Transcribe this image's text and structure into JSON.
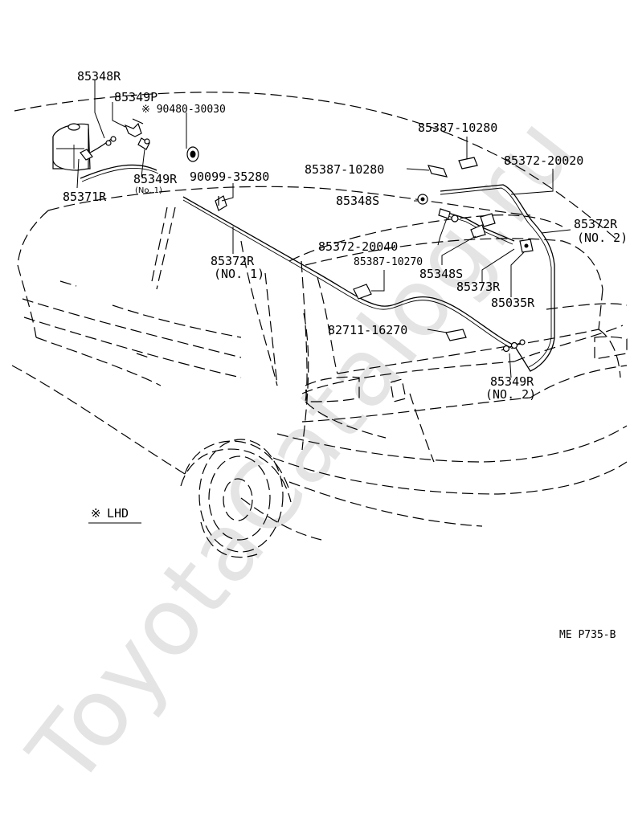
{
  "watermark": "ToyotaCatalog.ru",
  "diagram_id": "ME P735-B",
  "legend": {
    "symbol": "※",
    "text": "LHD"
  },
  "labels": {
    "p85348R": "85348R",
    "p85349P": "85349P",
    "p90480": "※ 90480-30030",
    "p85371R": "85371R",
    "p85349R_1": "85349R",
    "p85349R_1_sub": "(No. 1)",
    "p90099": "90099-35280",
    "p85372R_1": "85372R",
    "p85372R_1_sub": "(NO. 1)",
    "p85387_top": "85387-10280",
    "p85387_mid": "85387-10280",
    "p85372_20020": "85372-20020",
    "p85348S_a": "85348S",
    "p85372R_2": "85372R",
    "p85372R_2_sub": "(NO. 2)",
    "p85372_20040": "85372-20040",
    "p85387_10270": "85387-10270",
    "p85348S_b": "85348S",
    "p85373R": "85373R",
    "p85035R": "85035R",
    "p82711": "82711-16270",
    "p85349R_2": "85349R",
    "p85349R_2_sub": "(NO. 2)"
  }
}
